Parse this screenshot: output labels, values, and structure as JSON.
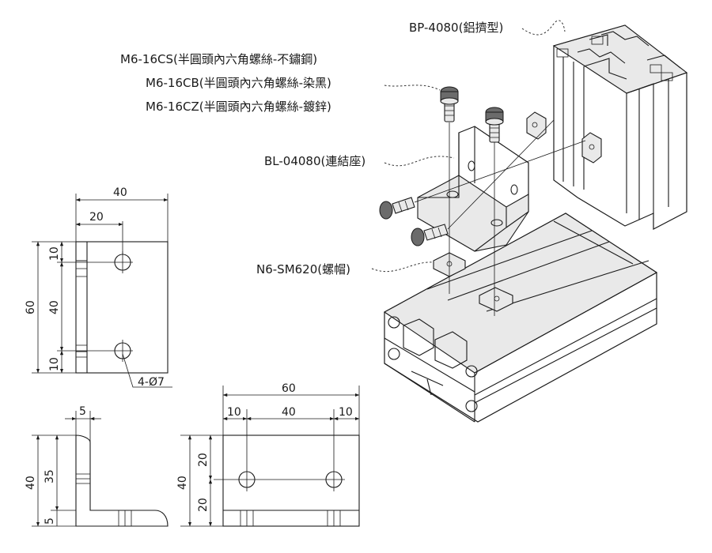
{
  "labels": {
    "profile": "BP-4080(鋁擠型)",
    "screw_cs": "M6-16CS(半圓頭內六角螺絲-不鏽鋼)",
    "screw_cb": "M6-16CB(半圓頭內六角螺絲-染黑)",
    "screw_cz": "M6-16CZ(半圓頭內六角螺絲-鍍鋅)",
    "bracket": "BL-04080(連結座)",
    "nut": "N6-SM620(螺帽)"
  },
  "dims": {
    "front_width": "40",
    "front_hole_x": "20",
    "front_height": "60",
    "front_top": "10",
    "front_mid": "40",
    "front_bottom": "10",
    "holes": "4-Ø7",
    "side_thick": "5",
    "side_height": "40",
    "side_35": "35",
    "side_5": "5",
    "top_width": "60",
    "top_left": "10",
    "top_mid": "40",
    "top_right": "10",
    "top_height": "40",
    "top_20a": "20",
    "top_20b": "20"
  }
}
